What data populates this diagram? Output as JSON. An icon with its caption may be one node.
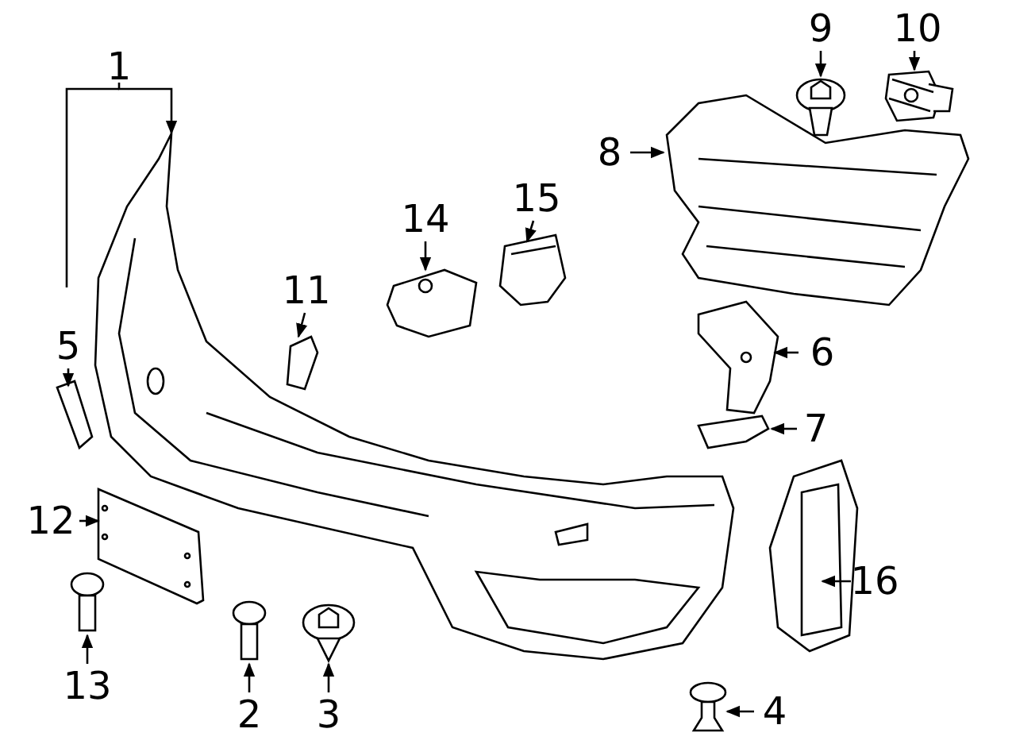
{
  "diagram": {
    "nodes": [
      {
        "text": [
          "1"
        ]
      },
      {
        "text": [
          "9"
        ]
      },
      {
        "text": [
          "10"
        ]
      },
      {
        "text": [
          "8"
        ]
      },
      {
        "text": [
          "15"
        ]
      },
      {
        "text": [
          "14"
        ]
      },
      {
        "text": [
          "11"
        ]
      },
      {
        "text": [
          "5"
        ]
      },
      {
        "text": [
          "6"
        ]
      },
      {
        "text": [
          "7"
        ]
      },
      {
        "text": [
          "12"
        ]
      },
      {
        "text": [
          "16"
        ]
      },
      {
        "text": [
          "13"
        ]
      },
      {
        "text": [
          "2"
        ]
      },
      {
        "text": [
          "3"
        ]
      },
      {
        "text": [
          "4"
        ]
      },
      {
        "text": [],
        "shape": "picture"
      },
      {
        "text": [],
        "shape": "picture"
      },
      {
        "text": [],
        "shape": "picture"
      },
      {
        "text": [],
        "shape": "picture"
      },
      {
        "text": [],
        "shape": "picture"
      },
      {
        "text": [],
        "shape": "picture"
      },
      {
        "text": [],
        "shape": "picture"
      },
      {
        "text": [],
        "shape": "picture"
      },
      {
        "text": [],
        "shape": "picture"
      },
      {
        "text": [],
        "shape": "picture"
      },
      {
        "text": [],
        "shape": "picture"
      },
      {
        "text": [],
        "shape": "picture"
      },
      {
        "text": [],
        "shape": "picture"
      },
      {
        "text": [],
        "shape": "picture"
      },
      {
        "text": [],
        "shape": "picture"
      },
      {
        "text": [],
        "shape": "picture"
      }
    ],
    "edges": [
      {
        "from": 0,
        "to": 16,
        "arrow": "to"
      },
      {
        "from": 0,
        "to": null,
        "arrow": "none"
      },
      {
        "from": 1,
        "to": 17,
        "arrow": "to"
      },
      {
        "from": 2,
        "to": 18,
        "arrow": "to"
      },
      {
        "from": 3,
        "to": 19,
        "arrow": "to"
      },
      {
        "from": 4,
        "to": 20,
        "arrow": "to"
      },
      {
        "from": 5,
        "to": 21,
        "arrow": "to"
      },
      {
        "from": 6,
        "to": 22,
        "arrow": "to"
      },
      {
        "from": 7,
        "to": 23,
        "arrow": "to"
      },
      {
        "from": 8,
        "to": 24,
        "arrow": "to"
      },
      {
        "from": 9,
        "to": 25,
        "arrow": "to"
      },
      {
        "from": 10,
        "to": 26,
        "arrow": "to"
      },
      {
        "from": 11,
        "to": 27,
        "arrow": "to"
      },
      {
        "from": 12,
        "to": 28,
        "arrow": "to"
      },
      {
        "from": 13,
        "to": 29,
        "arrow": "to"
      },
      {
        "from": 14,
        "to": 30,
        "arrow": "to"
      },
      {
        "from": 15,
        "to": 31,
        "arrow": "to"
      }
    ]
  }
}
